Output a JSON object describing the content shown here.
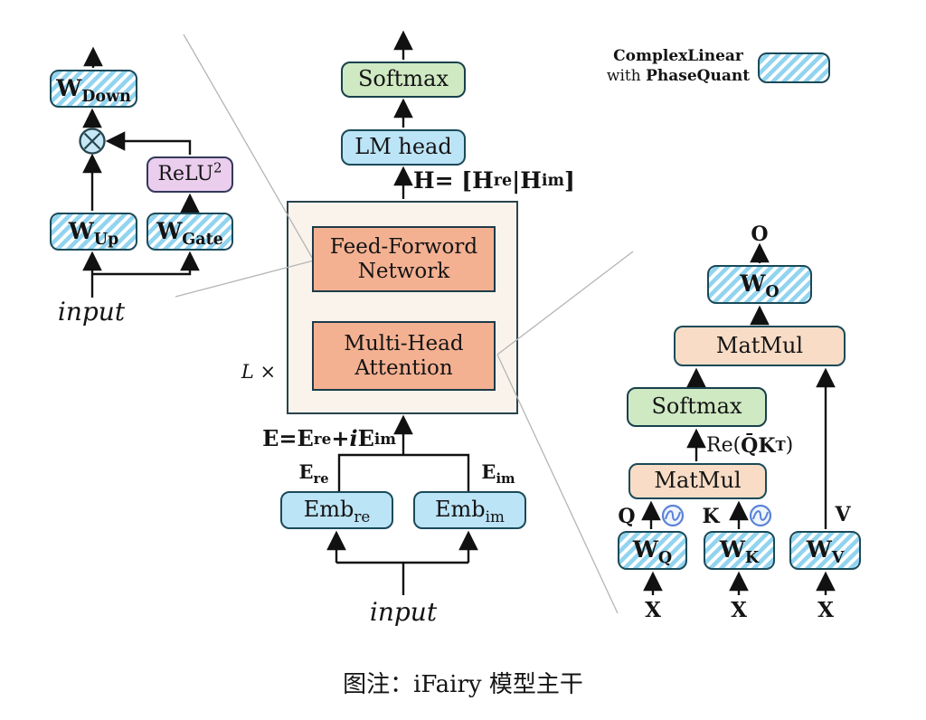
{
  "figure": {
    "caption": "图注：iFairy 模型主干"
  },
  "legend": {
    "line1": "ComplexLinear",
    "line2_normal": "with",
    "line2_bold": "PhaseQuant"
  },
  "ffn_detail": {
    "w_down": {
      "base": "W",
      "sub": "Down"
    },
    "w_up": {
      "base": "W",
      "sub": "Up"
    },
    "w_gate": {
      "base": "W",
      "sub": "Gate"
    },
    "relu": {
      "base": "ReLU",
      "sup": "2"
    },
    "input_label": "input"
  },
  "backbone": {
    "softmax": "Softmax",
    "lm_head": "LM head",
    "h_eq": {
      "h1": "H",
      "p2": " = [ ",
      "h2": "H",
      "sub2": "re",
      "p5": " | ",
      "h3": "H",
      "sub3": "im",
      "p8": " ]"
    },
    "ffn_line1": "Feed-Forword",
    "ffn_line2": "Network",
    "mha_line1": "Multi-Head",
    "mha_line2": "Attention",
    "layers_label": "L ×",
    "e_eq": {
      "e1": "E",
      "p2": " = ",
      "e2": "E",
      "sub2": "re",
      "p5": " + ",
      "i": "i",
      "e3": "E",
      "sub3": "im"
    },
    "e_re": {
      "base": "E",
      "sub": "re"
    },
    "e_im": {
      "base": "E",
      "sub": "im"
    },
    "emb_re": {
      "base": "Emb",
      "sub": "re"
    },
    "emb_im": {
      "base": "Emb",
      "sub": "im"
    },
    "input_label": "input"
  },
  "attention_detail": {
    "o_label": "O",
    "w_o": {
      "base": "W",
      "sub": "O"
    },
    "matmul_top": "MatMul",
    "softmax": "Softmax",
    "re_qkt": {
      "prefix": "Re(",
      "q": "Q̄",
      "k": "K",
      "t": "T",
      "close": ")"
    },
    "matmul_bottom": "MatMul",
    "q_label": "Q",
    "k_label": "K",
    "v_label": "V",
    "w_q": {
      "base": "W",
      "sub": "Q"
    },
    "w_k": {
      "base": "W",
      "sub": "K"
    },
    "w_v": {
      "base": "W",
      "sub": "V"
    },
    "x_labels": [
      "X",
      "X",
      "X"
    ]
  },
  "colors": {
    "hatch_stripe": "#92d4ef",
    "box_border": "#1a4a59",
    "blue_fill": "#bce4f7",
    "green_fill": "#cfe9c3",
    "pink_fill": "#ebcdee",
    "salmon_fill": "#f4b192",
    "peach_fill": "#f8dcc5",
    "panel_fill": "#f9f3ec",
    "rope_icon": "#5b82d8",
    "callout_line": "#b5b5b5",
    "arrow": "#111111"
  }
}
